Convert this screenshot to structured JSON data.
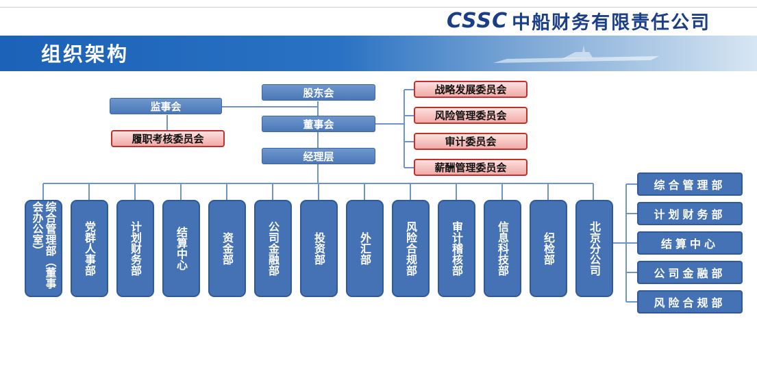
{
  "header": {
    "logo_mark": "CSSC",
    "company_name": "中船财务有限责任公司"
  },
  "banner": {
    "title": "组织架构"
  },
  "governance": {
    "shareholders": "股东会",
    "board": "董事会",
    "management": "经理层",
    "supervisors": "监事会",
    "supervisor_committee": "履职考核委员会",
    "board_committees": [
      "战略发展委员会",
      "风险管理委员会",
      "审计委员会",
      "薪酬管理委员会"
    ]
  },
  "departments": [
    "综合管理部（董事会办公室）",
    "党群人事部",
    "计划财务部",
    "结算中心",
    "资金部",
    "公司金融部",
    "投资部",
    "外汇部",
    "风险合规部",
    "审计稽核部",
    "信息科技部",
    "纪检部",
    "北京分公司"
  ],
  "branch_departments": [
    "综合管理部",
    "计划财务部",
    "结算中心",
    "公司金融部",
    "风险合规部"
  ],
  "colors": {
    "blue_box": "#4472b4",
    "pink_box": "#f1aaa7",
    "pink_border": "#c2302c",
    "brand": "#1a3e88",
    "connector": "#6e93c6"
  }
}
